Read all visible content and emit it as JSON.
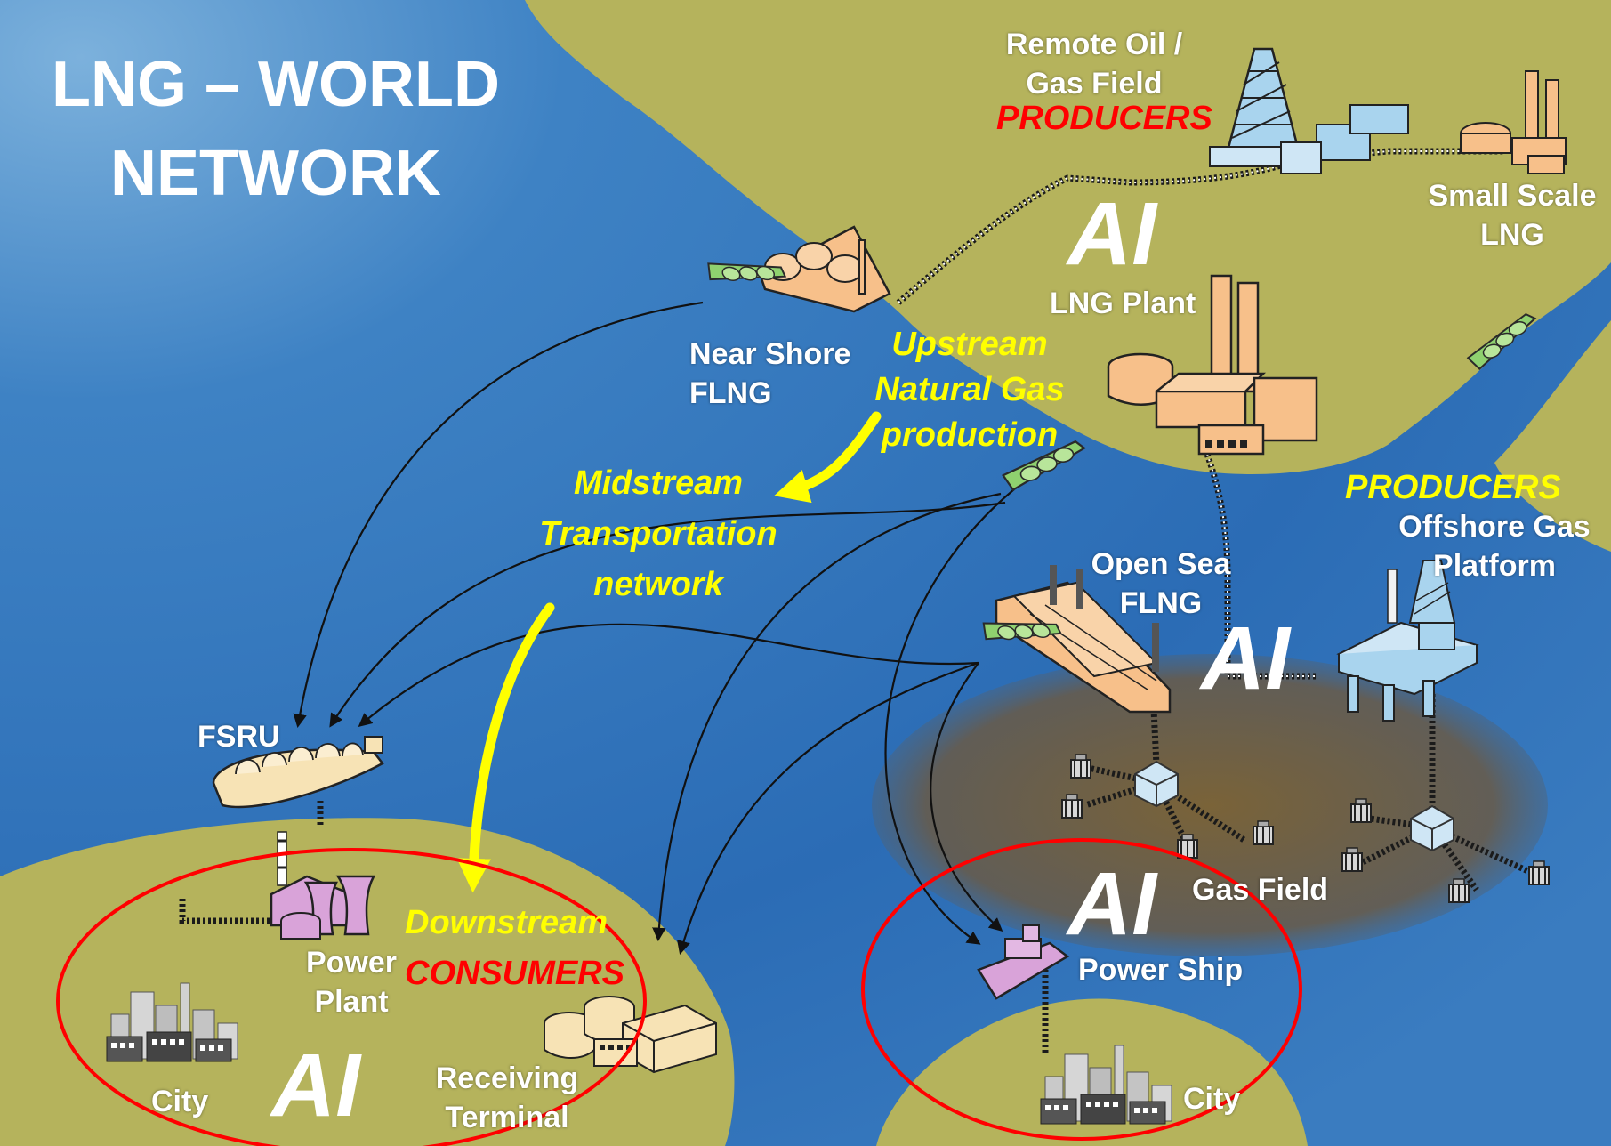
{
  "title": {
    "line1": "LNG – WORLD",
    "line2": "NETWORK"
  },
  "facilities": {
    "remote_field_line1": "Remote Oil /",
    "remote_field_line2": "Gas Field",
    "small_scale_line1": "Small Scale",
    "small_scale_line2": "LNG",
    "lng_plant": "LNG Plant",
    "near_shore_line1": "Near Shore",
    "near_shore_line2": "FLNG",
    "open_sea_line1": "Open Sea",
    "open_sea_line2": "FLNG",
    "offshore_platform_line1": "Offshore Gas",
    "offshore_platform_line2": "Platform",
    "fsru": "FSRU",
    "gas_field": "Gas Field",
    "power_plant_line1": "Power",
    "power_plant_line2": "Plant",
    "city_left": "City",
    "receiving_terminal_line1": "Receiving",
    "receiving_terminal_line2": "Terminal",
    "power_ship": "Power Ship",
    "city_right": "City"
  },
  "stages": {
    "upstream_line1": "Upstream",
    "upstream_line2": "Natural Gas",
    "upstream_line3": "production",
    "midstream_line1": "Midstream",
    "midstream_line2": "Transportation",
    "midstream_line3": "network",
    "downstream": "Downstream"
  },
  "roles": {
    "producers_top": "PRODUCERS",
    "producers_right": "PRODUCERS",
    "consumers": "CONSUMERS"
  },
  "ai_label": "AI",
  "colors": {
    "sea_dark": "#2e6fb8",
    "sea_light": "#6aa6d6",
    "land": "#b5b35c",
    "gas_field": "#7a6338",
    "facility_orange": "#f7c08a",
    "tanker_green": "#8fd16f",
    "facility_blue": "#a9d4ee",
    "power_plant_pink": "#d9a3d9",
    "fsru_cream": "#f7e3b5",
    "city_gray": "#c9c9c9",
    "highlight_yellow": "#ffff00",
    "highlight_red": "#ff0000",
    "label_white": "#ffffff"
  },
  "icons": [
    "lng-tanker-icon",
    "derrick-icon",
    "lng-plant-icon",
    "flng-vessel-icon",
    "offshore-platform-icon",
    "subsea-wellhead-icon",
    "fsru-icon",
    "power-plant-icon",
    "city-icon",
    "storage-tank-icon",
    "power-ship-icon"
  ]
}
